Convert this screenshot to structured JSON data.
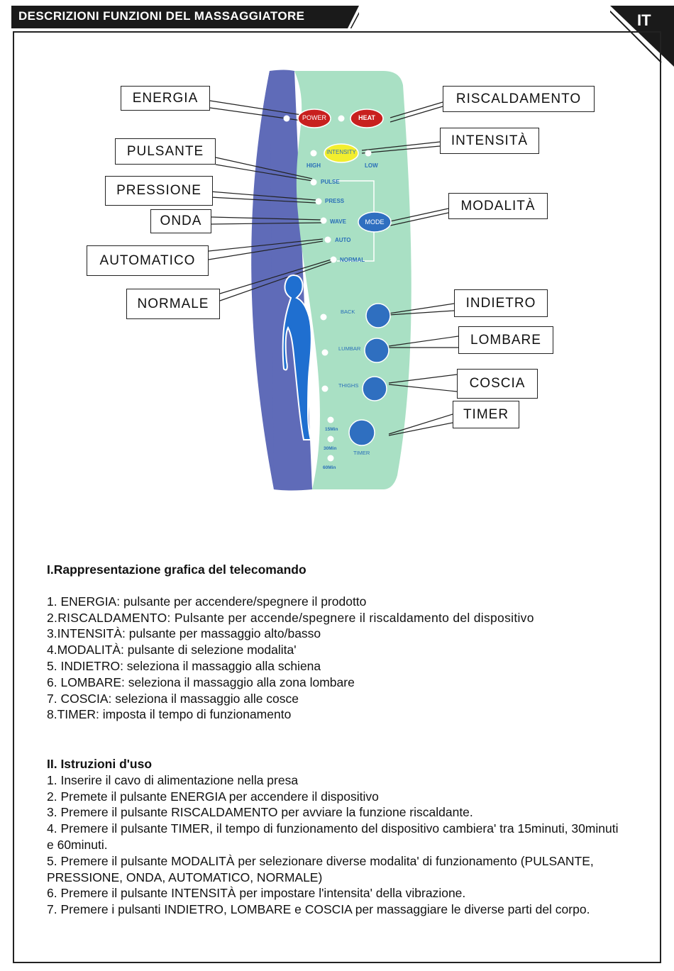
{
  "header": {
    "title": "DESCRIZIONI FUNZIONI DEL MASSAGGIATORE",
    "language": "IT"
  },
  "remote": {
    "power_button": "POWER",
    "heat_button": "HEAT",
    "intensity_button": "INTENSITY",
    "high_label": "HIGH",
    "low_label": "LOW",
    "pulse_label": "PULSE",
    "press_label": "PRESS",
    "wave_label": "WAVE",
    "auto_label": "AUTO",
    "normal_label": "NORMAL",
    "mode_button": "MODE",
    "back_label": "BACK",
    "lumbar_label": "LUMBAR",
    "thighs_label": "THIGHS",
    "timer_label": "TIMER",
    "t15": "15Min",
    "t30": "30Min",
    "t60": "60Min",
    "colors": {
      "body_green": "#a9e0c4",
      "side_blue": "#5f6bb8",
      "button_red": "#c8201e",
      "button_yellow": "#f2ee2e",
      "button_blue": "#2f6fc0",
      "figure_blue": "#1f6fd0"
    }
  },
  "callouts": {
    "energia": "ENERGIA",
    "riscaldamento": "RISCALDAMENTO",
    "pulsante": "PULSANTE",
    "intensita": "INTENSITÀ",
    "pressione": "PRESSIONE",
    "onda": "ONDA",
    "modalita": "MODALITÀ",
    "automatico": "AUTOMATICO",
    "normale": "NORMALE",
    "indietro": "INDIETRO",
    "lombare": "LOMBARE",
    "coscia": "COSCIA",
    "timer": "TIMER"
  },
  "section1": {
    "title": "I.Rappresentazione grafica del telecomando",
    "items": [
      "1. ENERGIA: pulsante per accendere/spegnere il prodotto",
      "2.RISCALDAMENTO: Pulsante per accende/spegnere il riscaldamento del dispositivo",
      "3.INTENSITÀ: pulsante per massaggio alto/basso",
      "4.MODALITÀ: pulsante di selezione modalita'",
      "5. INDIETRO: seleziona il massaggio alla schiena",
      "6. LOMBARE: seleziona il massaggio alla zona lombare",
      "7. COSCIA: seleziona il massaggio alle cosce",
      "8.TIMER: imposta il tempo di funzionamento"
    ]
  },
  "section2": {
    "title": "II. Istruzioni d'uso",
    "items": [
      "1. Inserire il cavo di alimentazione nella presa",
      "2. Premete il pulsante ENERGIA per accendere il dispositivo",
      "3. Premere il pulsante RISCALDAMENTO per avviare la funzione riscaldante.",
      "4. Premere il pulsante TIMER, il tempo di funzionamento del dispositivo cambiera' tra 15minuti, 30minuti e 60minuti.",
      "5. Premere il pulsante MODALITÀ per selezionare diverse modalita' di funzionamento (PULSANTE, PRESSIONE, ONDA, AUTOMATICO, NORMALE)",
      "6. Premere il pulsante INTENSITÀ per impostare l'intensita' della vibrazione.",
      "7. Premere i pulsanti INDIETRO, LOMBARE e COSCIA per massaggiare le diverse parti del corpo."
    ]
  }
}
